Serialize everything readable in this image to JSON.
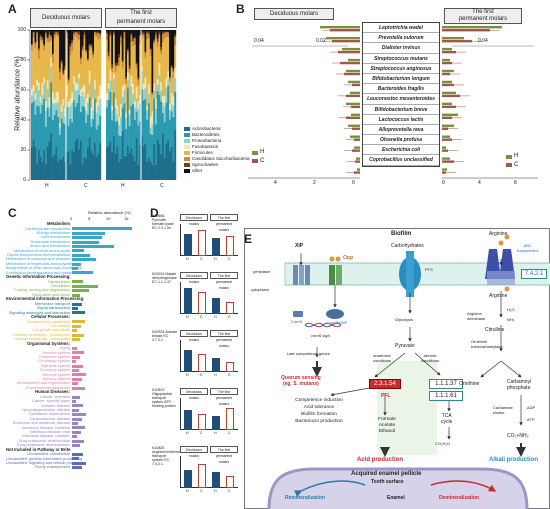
{
  "panel_labels": {
    "a": "A",
    "b": "B",
    "c": "C",
    "d": "D",
    "e": "E"
  },
  "panel_a": {
    "ylabel": "Relative abundance (%)",
    "yticks": [
      "0",
      "20",
      "40",
      "60",
      "80",
      "100"
    ],
    "group_titles": [
      "Deciduous molars",
      "The first\npermanent molars"
    ],
    "xgroups": [
      "H",
      "C",
      "H",
      "C"
    ],
    "legend": [
      {
        "name": "Actinobacteria",
        "color": "#1c6e8c"
      },
      {
        "name": "Bacteroidetes",
        "color": "#2a9ab0"
      },
      {
        "name": "Proteobacteria",
        "color": "#8ed1cd"
      },
      {
        "name": "Fusobacteria",
        "color": "#f2e7b0"
      },
      {
        "name": "Firmicutes",
        "color": "#e8b74a"
      },
      {
        "name": "Candidatus Saccharibacteria",
        "color": "#d4883a"
      },
      {
        "name": "Spirochaetes",
        "color": "#6b4422"
      },
      {
        "name": "other",
        "color": "#111111"
      }
    ]
  },
  "panel_b": {
    "left_title": "Deciduous molars",
    "right_title": "The first\npermanent molars",
    "left_ticks": [
      "4",
      "2",
      "0"
    ],
    "right_ticks": [
      "0",
      "4",
      "8"
    ],
    "inner_left_ticks": [
      "0.04",
      "0.02"
    ],
    "inner_right_ticks": [
      "0.04"
    ],
    "legend": [
      {
        "name": "H",
        "color": "#7a8f3b"
      },
      {
        "name": "C",
        "color": "#9b5a4a"
      }
    ],
    "bacteria": [
      "Leptotrichia wadei",
      "Prevotella oulorum",
      "Dialister invisus",
      "Streptococcus mutans",
      "Streptococcus anginosus",
      "Bifidobacterium longum",
      "Bacteroides fragilis",
      "Leuconostoc mesenteroides",
      "Bifidobacterium breve",
      "Lactococcus lactis",
      "Alloprevotella rava",
      "Olsenella profusa",
      "Escherichia coli",
      "Coprobacillus unclassified"
    ]
  },
  "panel_c": {
    "title": "Relative abundance (%)",
    "ticks": [
      "0",
      "5",
      "10",
      "15"
    ],
    "categories": [
      {
        "head": "Metabolism",
        "color": "#3aa6c9",
        "items": [
          "Carbohydrate metabolism",
          "Energy metabolism",
          "Lipid metabolism",
          "Nucleotide metabolism",
          "Amino acid metabolism",
          "Metabolism of other amino acids",
          "Glycan biosynthesis and metabolism",
          "Metabolism of cofactors and vitamins",
          "Metabolism of terpenoids and polyketides",
          "Biosynthesis of other secondary metabolites",
          "Xenobiotics biodegradation and metabolism"
        ]
      },
      {
        "head": "Genetic Information Processing:",
        "color": "#7bb04a",
        "items": [
          "Transcription",
          "Translation",
          "Folding, sorting and degradation",
          "Replication and repair"
        ]
      },
      {
        "head": "Environmental Information Processing:",
        "color": "#1f7a8c",
        "items": [
          "Membrane transport",
          "Signal transduction",
          "Signaling molecules and interaction"
        ]
      },
      {
        "head": "Cellular Processes:",
        "color": "#e0b838",
        "items": [
          "Transport and catabolism",
          "Cell motility",
          "Cell growth and death",
          "Cellular community - prokaryotes",
          "Cellular community - eukaryotes"
        ]
      },
      {
        "head": "Organismal Systems:",
        "color": "#e27fa6",
        "items": [
          "Aging",
          "Immune system",
          "Endocrine system",
          "Circulatory system",
          "Digestive system",
          "Excretory system",
          "Nervous system",
          "Sensory system",
          "Development and regeneration",
          "Environmental adaptation"
        ]
      },
      {
        "head": "Human Diseases:",
        "color": "#9b84c4",
        "items": [
          "Cancer: overview",
          "Cancer: specific types",
          "Immune disease",
          "Neurodegenerative disease",
          "Substance dependence",
          "Cardiovascular disease",
          "Endocrine and metabolic disease",
          "Infectious disease: bacterial",
          "Infectious disease: viral",
          "Infectious disease: parasitic",
          "Drug resistance: antimicrobial",
          "Drug resistance: antineoplastic"
        ]
      },
      {
        "head": "Not Included in Pathway or Brite",
        "color": "#5a6fb3",
        "items": [
          "Unclassified: metabolism",
          "Unclassified: genetic information processing",
          "Unclassified: signaling and cellular processes",
          "Poorly characterized"
        ]
      }
    ]
  },
  "panel_d": {
    "groups": [
      {
        "id": "K00656",
        "name": "Pyruvate formate-lyase",
        "ec": "EC 2.3.1.54"
      },
      {
        "id": "K00024",
        "name": "Malate dehydrogenase",
        "ec": "EC 1.1.1.37"
      },
      {
        "id": "K00925",
        "name": "Acetate kinase",
        "ec": "EC 2.7.2.1"
      },
      {
        "id": "K10823",
        "name": "Oligopeptide transport system ATP-binding protein",
        "ec": ""
      },
      {
        "id": "K10825",
        "name": "Arginine/ornithine transport system",
        "ec": "EC 7.4.2.1"
      }
    ],
    "subtitles": [
      "Deciduous molars",
      "The first permanent molars"
    ],
    "xlabels": [
      "H",
      "C",
      "H",
      "C"
    ],
    "bar_colors": {
      "h": "#1f4e79",
      "c": "#b5462c"
    }
  },
  "panel_e": {
    "biofilm": "Biofilm",
    "periplasm": "periplasm",
    "cytoplasm": "cytoplasm",
    "xip": "XIP",
    "opp": "Opp",
    "coms": "ComS",
    "comr": "ComR+XIP",
    "genes": "comS  sigX",
    "late": "Late competence genes",
    "quorum": "Quorum sensing\n(eg. S. mutans)",
    "downstream": [
      "Competence induction",
      "Acid tolerance",
      "Biofilm formation",
      "Bacteriocin production"
    ],
    "carbs": "Carbohydrates",
    "pts": "PTS",
    "glycolysis": "Glycolysis",
    "pyruvate": "Pyruvate",
    "anaerobic": "anaerobic\nconditions",
    "aerobic": "aerobic\nconditions",
    "ec_pfl": "2.3.1.54",
    "pfl": "PFL",
    "fae": [
      "Formate",
      "Acetate",
      "Ethanol"
    ],
    "ec_a": "1.1.1.37",
    "ec_b": "1.1.1.61",
    "tca": "TCA\ncycle",
    "co2h2o": "CO₂H₂O",
    "acid": "Acid production",
    "arginine": "Arginine",
    "abc": "ABC\ntransporters",
    "ec_abc": "7.4.2.1",
    "deiminase": "Arginine\ndeiminase",
    "h2o": "H₂O",
    "nh3": "NH₃",
    "citrulline": "Citrulline",
    "otc": "Ornithine\ntranscarbamylase",
    "ornithine": "Ornithine",
    "cp": "Carbamoyl\nphosphate",
    "ck": "Carbamate\nkinase",
    "adp": "ADP",
    "atp": "ATP",
    "co2nh3": "CO₂+NH₃",
    "alkali": "Alkali production",
    "pellicle": "Acquired enamel pellicle",
    "tooth": "Tooth surface",
    "remin": "Remineralization",
    "enamel": "Enamel",
    "demin": "Demineralization"
  }
}
